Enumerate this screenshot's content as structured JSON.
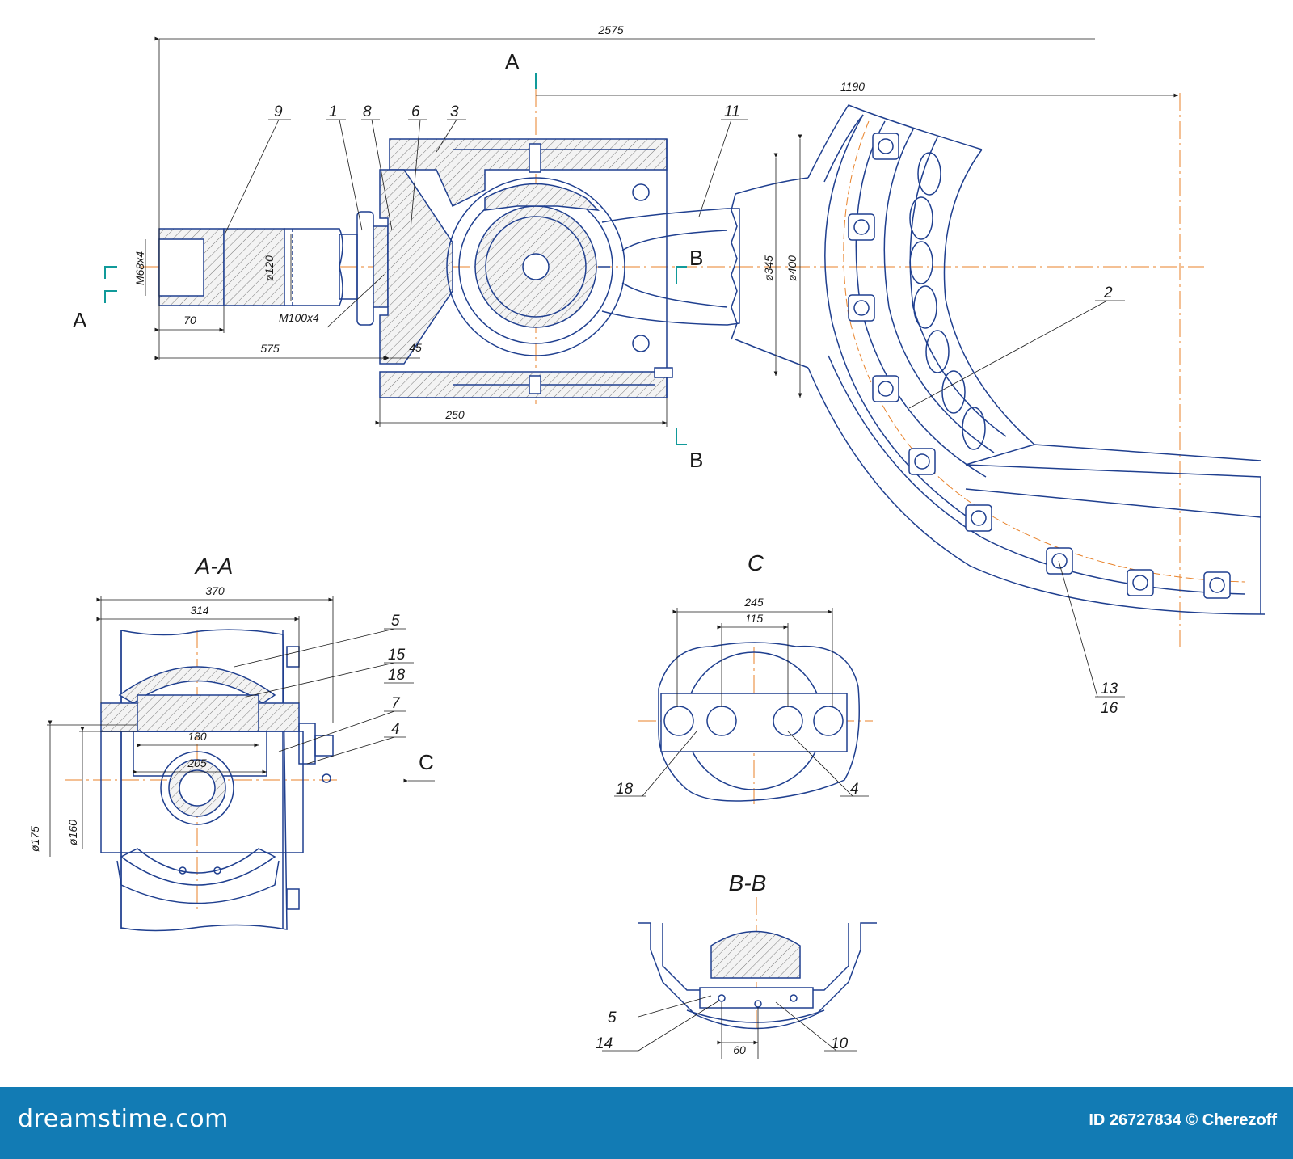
{
  "dimensions": {
    "overall_length": "2575",
    "center_to_end": "1190",
    "thread_m68": "M68x4",
    "dia_120": "ø120",
    "thread_m100": "M100x4",
    "len_70": "70",
    "len_575": "575",
    "len_45": "45",
    "len_250": "250",
    "dia_345": "ø345",
    "dia_400": "ø400",
    "aa_370": "370",
    "aa_314": "314",
    "aa_180": "180",
    "aa_205": "205",
    "aa_dia175": "ø175",
    "aa_dia160": "ø160",
    "c_245": "245",
    "c_115": "115",
    "bb_60": "60"
  },
  "section_labels": {
    "aa": "A-A",
    "c": "C",
    "bb": "B-B"
  },
  "cut_markers": {
    "a": "A",
    "b": "B",
    "c": "C"
  },
  "callouts": {
    "p1": "1",
    "p2": "2",
    "p3": "3",
    "p4": "4",
    "p5": "5",
    "p6": "6",
    "p7": "7",
    "p8": "8",
    "p9": "9",
    "p10": "10",
    "p11": "11",
    "p13": "13",
    "p14": "14",
    "p15": "15",
    "p16": "16",
    "p18": "18"
  },
  "colors": {
    "outline": "#1f3f8f",
    "centerline": "#e8822a",
    "cut_marker": "#119a9a",
    "footer": "#127bb4"
  },
  "footer": {
    "brand": "dreamstime.com",
    "credit": "ID 26727834 © Cherezoff"
  }
}
